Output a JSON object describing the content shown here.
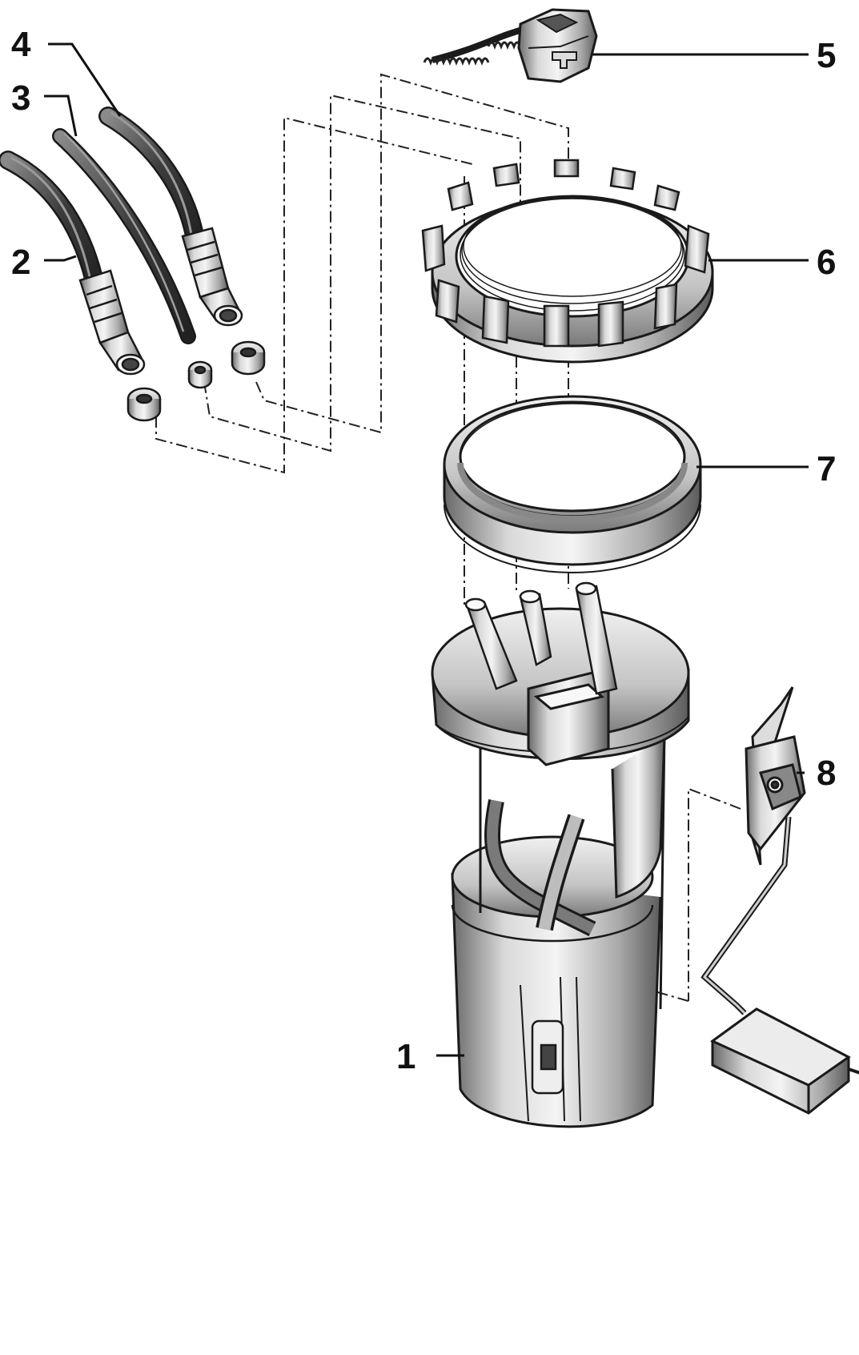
{
  "callouts": {
    "c1": "1",
    "c2": "2",
    "c3": "3",
    "c4": "4",
    "c5": "5",
    "c6": "6",
    "c7": "7",
    "c8": "8"
  },
  "colors": {
    "outline": "#1a1a1a",
    "metal_light": "#f2f2f2",
    "metal_mid": "#b8b8b8",
    "metal_dark": "#5a5a5a",
    "hose": "#3a3a3a"
  }
}
